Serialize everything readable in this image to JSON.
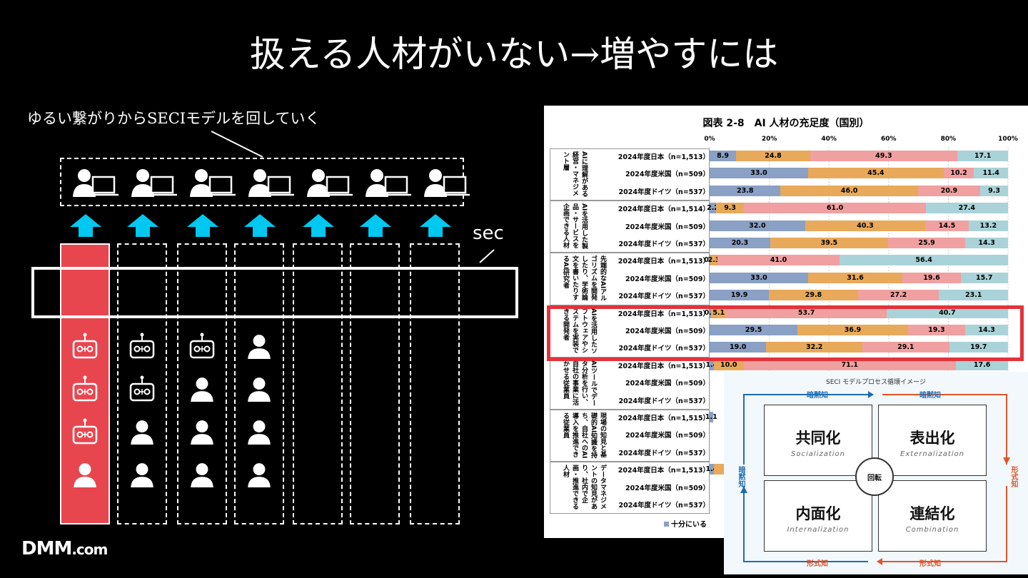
{
  "slide": {
    "title": "扱える人材がいない→増やすには",
    "subtitle": "ゆるい繋がりからSECIモデルを回していく",
    "sec_label": "sec",
    "logo_main": "DMM",
    "logo_suffix": ".com"
  },
  "diagram": {
    "top_people_count": 7,
    "columns": [
      {
        "highlight": true,
        "icons": [
          "robot-icon",
          "robot-icon",
          "robot-icon",
          "person-icon"
        ]
      },
      {
        "highlight": false,
        "icons": [
          "robot-icon",
          "robot-icon",
          "person-icon",
          "person-icon"
        ]
      },
      {
        "highlight": false,
        "icons": [
          "robot-icon",
          "person-icon",
          "person-icon",
          "person-icon"
        ]
      },
      {
        "highlight": false,
        "icons": [
          "person-icon",
          "person-icon",
          "person-icon",
          "person-icon"
        ]
      },
      {
        "highlight": false,
        "icons": []
      },
      {
        "highlight": false,
        "icons": []
      },
      {
        "highlight": false,
        "icons": []
      }
    ],
    "colors": {
      "accent_red": "#e8464f",
      "arrow_cyan": "#00c8f0"
    }
  },
  "chart_data": {
    "type": "bar",
    "title": "図表 2-8　AI 人材の充足度（国別）",
    "x_ticks": [
      "0%",
      "20%",
      "40%",
      "60%",
      "80%",
      "100%"
    ],
    "series_colors": [
      "#8aa0c4",
      "#e8a95a",
      "#f0a0a0",
      "#a9d3d8"
    ],
    "legend": [
      "十分にいる"
    ],
    "categories": [
      {
        "label": "AIに理解がある経営・マネジメント層"
      },
      {
        "label": "AIを活用した製品・サービスを企画できる人材"
      },
      {
        "label": "先端的なAIアルゴリズムを開発したり、学術論文を書いたりするAI研究者"
      },
      {
        "label": "AIを活用したソフトウェアやシステムを実装できる開発者"
      },
      {
        "label": "AIツールでデータ分析を行い、自社の事業に活かせる従業員"
      },
      {
        "label": "現場の知見と基礎的AI知識を持ち、自社へのAI導入を推進できる従業員"
      },
      {
        "label": "データマネジメントの知見があり、社内で企画・推進できる人材"
      }
    ],
    "rows": [
      {
        "label": "2024年度日本（n=1,513）",
        "values": [
          8.9,
          24.8,
          49.3,
          17.1
        ]
      },
      {
        "label": "2024年度米国（n=509）",
        "values": [
          33.0,
          45.4,
          10.2,
          11.4
        ]
      },
      {
        "label": "2024年度ドイツ（n=537）",
        "values": [
          23.8,
          46.0,
          20.9,
          9.3
        ]
      },
      {
        "label": "2024年度日本（n=1,514）",
        "values": [
          2.2,
          9.3,
          61.0,
          27.4
        ]
      },
      {
        "label": "2024年度米国（n=509）",
        "values": [
          32.0,
          40.3,
          14.5,
          13.2
        ]
      },
      {
        "label": "2024年度ドイツ（n=537）",
        "values": [
          20.3,
          39.5,
          25.9,
          14.3
        ]
      },
      {
        "label": "2024年度日本（n=1,513）",
        "values": [
          0.3,
          2.3,
          41.0,
          56.4
        ]
      },
      {
        "label": "2024年度米国（n=509）",
        "values": [
          33.0,
          31.6,
          19.6,
          15.7
        ]
      },
      {
        "label": "2024年度ドイツ（n=537）",
        "values": [
          19.9,
          29.8,
          27.2,
          23.1
        ]
      },
      {
        "label": "2024年度日本（n=1,513）",
        "values": [
          0.5,
          5.1,
          53.7,
          40.7
        ]
      },
      {
        "label": "2024年度米国（n=509）",
        "values": [
          29.5,
          36.9,
          19.3,
          14.3
        ]
      },
      {
        "label": "2024年度ドイツ（n=537）",
        "values": [
          19.0,
          32.2,
          29.1,
          19.7
        ]
      },
      {
        "label": "2024年度日本（n=1,513）",
        "values": [
          1.4,
          10.0,
          71.1,
          17.6
        ]
      },
      {
        "label": "2024年度米国（n=509）",
        "values": []
      },
      {
        "label": "2024年度ドイツ（n=537）",
        "values": []
      },
      {
        "label": "2024年度日本（n=1,515）",
        "values": [
          1.1
        ]
      },
      {
        "label": "2024年度米国（n=509）",
        "values": []
      },
      {
        "label": "2024年度ドイツ（n=537）",
        "values": []
      },
      {
        "label": "2024年度日本（n=1,513）",
        "values": [
          1.4,
          8
        ]
      },
      {
        "label": "2024年度米国（n=509）",
        "values": []
      },
      {
        "label": "2024年度ドイツ（n=537）",
        "values": []
      }
    ]
  },
  "seci": {
    "title": "SECI モデルプロセス循環イメージ",
    "quadrants": [
      {
        "jp": "共同化",
        "en": "Socialization"
      },
      {
        "jp": "表出化",
        "en": "Externalization"
      },
      {
        "jp": "内面化",
        "en": "Internalization"
      },
      {
        "jp": "連結化",
        "en": "Combination"
      }
    ],
    "center": "回転",
    "labels": {
      "tacit": "暗黙知",
      "explicit": "形式知"
    }
  }
}
